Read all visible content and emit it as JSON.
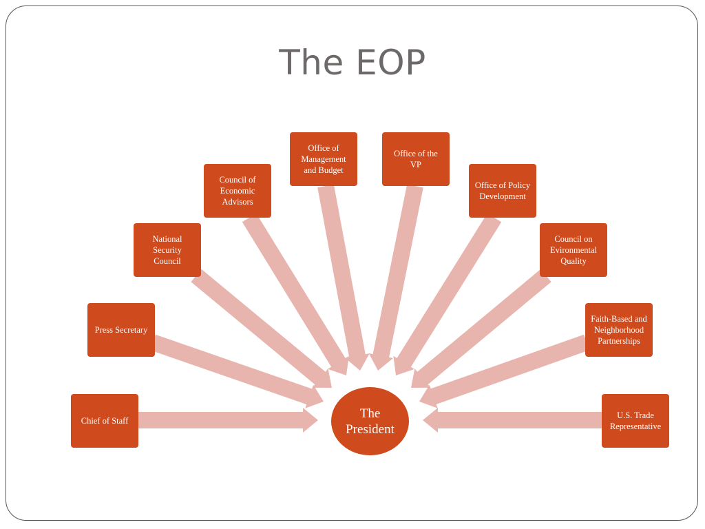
{
  "title": "The EOP",
  "center": {
    "label": "The President"
  },
  "nodes": [
    {
      "id": "chief-of-staff",
      "label": "Chief of Staff"
    },
    {
      "id": "press-secretary",
      "label": "Press Secretary"
    },
    {
      "id": "national-security-council",
      "label": "National Security Council"
    },
    {
      "id": "council-of-economic-advisors",
      "label": "Council of Economic Advisors"
    },
    {
      "id": "office-of-management-and-budget",
      "label": "Office of Management and Budget"
    },
    {
      "id": "office-of-the-vp",
      "label": "Office of the VP"
    },
    {
      "id": "office-of-policy-development",
      "label": "Office of Policy Development"
    },
    {
      "id": "council-on-environmental-quality",
      "label": "Council on Evironmental Quality"
    },
    {
      "id": "faith-based-partnerships",
      "label": "Faith-Based and Neighborhood Partnerships"
    },
    {
      "id": "us-trade-representative",
      "label": "U.S. Trade Representative"
    }
  ],
  "colors": {
    "node_fill": "#cf4a1d",
    "arrow_fill": "#e8b4ae",
    "title_text": "#6d6968",
    "border": "#555555"
  }
}
